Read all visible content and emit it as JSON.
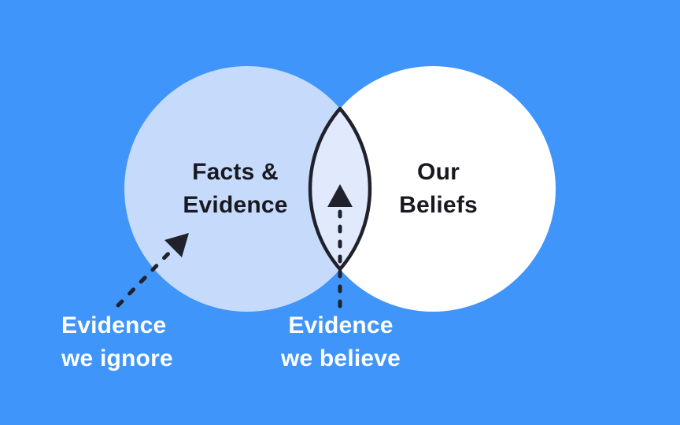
{
  "colors": {
    "background": "#3f95fa",
    "left_circle_fill": "#c6dbfb",
    "right_circle_fill": "#ffffff",
    "intersection_fill": "#e1eafd",
    "outline": "#20212b",
    "dark_text": "#181821",
    "light_text": "#ffffff"
  },
  "venn": {
    "left_circle": {
      "line1": "Facts &",
      "line2": "Evidence"
    },
    "right_circle": {
      "line1": "Our",
      "line2": "Beliefs"
    },
    "annotations": {
      "ignore": {
        "line1": "Evidence",
        "line2": "we ignore"
      },
      "believe": {
        "line1": "Evidence",
        "line2": "we believe"
      }
    }
  }
}
